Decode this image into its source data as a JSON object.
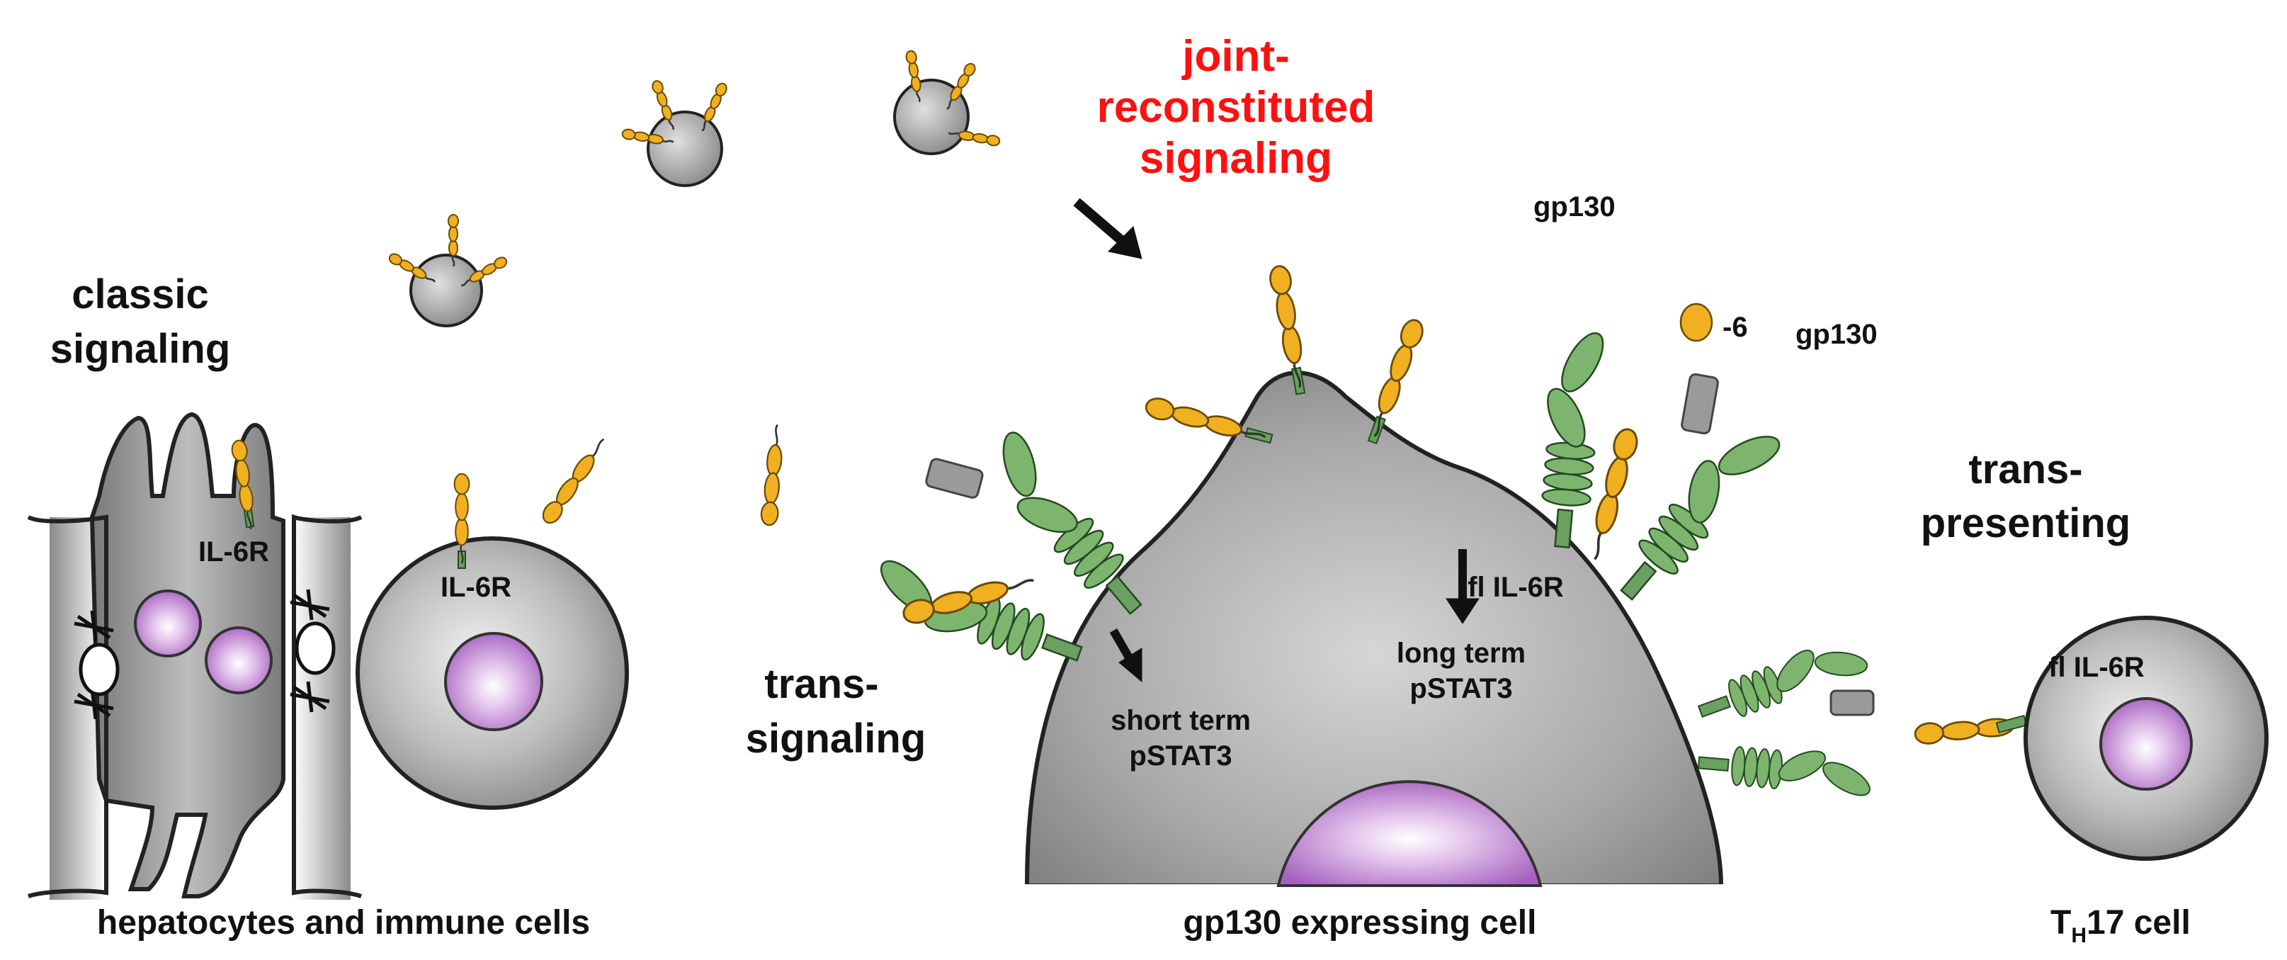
{
  "labels": {
    "classic": [
      "classic",
      "signaling"
    ],
    "joint": [
      "joint-",
      "reconstituted",
      "signaling"
    ],
    "trans_signaling": [
      "trans-",
      "signaling"
    ],
    "trans_presenting": [
      "trans-",
      "presenting"
    ],
    "gp130_top": "gp130",
    "gp130_right": "gp130",
    "il6_fragment": "-6",
    "il6r_hepatocyte": "IL-6R",
    "il6r_immune": "IL-6R",
    "fl_il6r_main": "fl IL-6R",
    "fl_il6r_th17": "fl IL-6R",
    "short_term": [
      "short term",
      "pSTAT3"
    ],
    "long_term": [
      "long term",
      "pSTAT3"
    ]
  },
  "footer": {
    "left": "hepatocytes and immune cells",
    "center": "gp130 expressing cell",
    "right_main": "T",
    "right_sub": "H",
    "right_tail": "17 cell"
  },
  "colors": {
    "cell_gray": "#9a9a9a",
    "nucleus_purple": "#b078c8",
    "il6_yellow": "#f0b020",
    "gp130_green": "#6aa060",
    "title_red": "#ff1010"
  }
}
